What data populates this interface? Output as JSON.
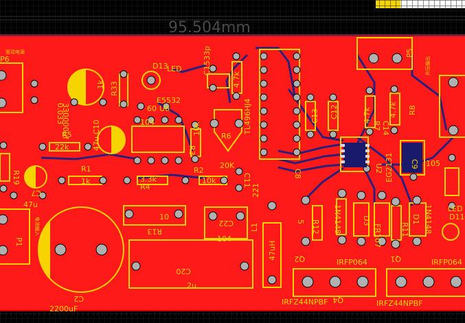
{
  "dimension": "95.504mm",
  "top_right_swatches": [
    "#ffffff",
    "#f5d400"
  ],
  "components": {
    "p6": "P6",
    "p5": "P5",
    "p1": "P1",
    "d13": "D13",
    "led_top": "LED",
    "d11": "D11",
    "led_right": "LED",
    "c15": "C15",
    "c15_val": "33p",
    "r_47k_a": "4.7k",
    "r_47k_b": "4.7k",
    "tl4969": "TL496HJ4",
    "c3_2200": "330000uf",
    "val_033": "0.033",
    "r33": "R33",
    "val_1k": "1k",
    "ue_5532": "E5532",
    "u6": "U6",
    "u6_val": "60",
    "c_104_top": "104",
    "r3": "R3",
    "r3_val": "10k",
    "r6": "R6",
    "r6_val": "20K",
    "c13": "C13",
    "c12": "C12",
    "c14": "C14",
    "r7": "R7",
    "r8": "R8",
    "c9": "C9",
    "c9_val": "105",
    "u2": "U2",
    "eg2131": "EG2131",
    "r5": "R5",
    "r5_val": "22k",
    "c10": "C10",
    "c10_val": "47u",
    "r19": "R19",
    "r1": "R1",
    "r1_val": "1k",
    "r4_val": "3.3k",
    "r4": "R4",
    "r2": "R2",
    "r2_val": "10k",
    "c11": "C11",
    "c7": "C7",
    "c7_val": "47u",
    "val_221": "221",
    "val_10": "10",
    "r13": "R13",
    "c22": "C22",
    "c22_val": "104",
    "l1": "L1",
    "l1_val": "47uH",
    "c20": "C20",
    "c20_val": "2u",
    "c2": "C2",
    "c2_val": "2200uF",
    "r12": "R12",
    "d3": "D3",
    "d3_val": "1N4148",
    "fr107": "FR107",
    "r11": "R11",
    "d1": "D1",
    "d1_val": "1N4148",
    "q2": "Q2",
    "q4": "Q4",
    "irfp064_a": "IRFP064",
    "irfz44_a": "IRFZ44NPBF",
    "q1": "Q1",
    "irfp064_b": "IRFP064",
    "irfz44_b": "IRFZ44NPBF",
    "cn_label_a": "驱动电源",
    "cn_label_b": "电池输入",
    "cn_label_c": "升压输出",
    "val_5": "5"
  }
}
